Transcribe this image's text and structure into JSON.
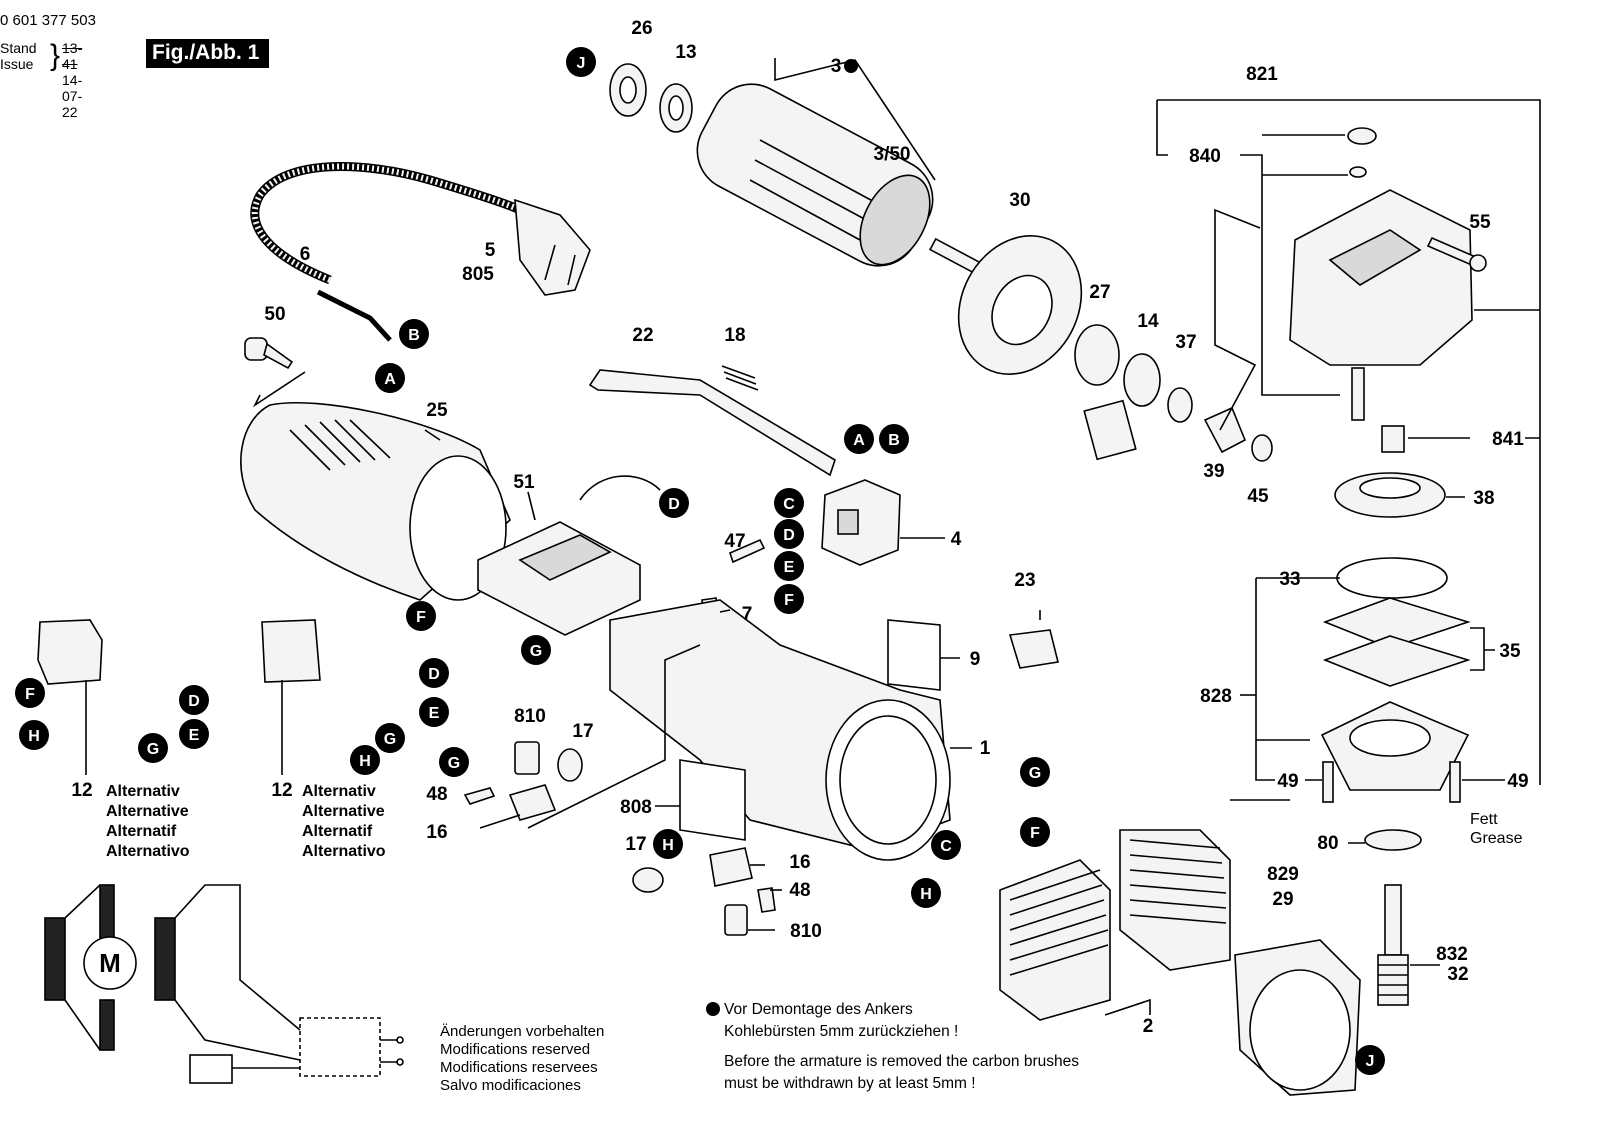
{
  "header": {
    "doc_number": "0 601 377 503",
    "stand_label": "Stand",
    "issue_label": "Issue",
    "stand_old": "13-41",
    "stand_date": "14-07-22",
    "figure_title": "Fig./Abb. 1"
  },
  "part_labels": [
    "26",
    "13",
    "3",
    "3/50",
    "821",
    "840",
    "55",
    "30",
    "27",
    "14",
    "37",
    "39",
    "45",
    "841",
    "38",
    "33",
    "35",
    "828",
    "49",
    "49",
    "80",
    "829",
    "29",
    "832",
    "32",
    "6",
    "5",
    "805",
    "50",
    "22",
    "18",
    "25",
    "51",
    "4",
    "47",
    "7",
    "23",
    "9",
    "1",
    "810",
    "17",
    "48",
    "16",
    "808",
    "17",
    "16",
    "48",
    "810",
    "2",
    "12",
    "12"
  ],
  "connector_letters": [
    "J",
    "B",
    "A",
    "A",
    "B",
    "C",
    "D",
    "E",
    "F",
    "D",
    "F",
    "G",
    "D",
    "E",
    "H",
    "G",
    "F",
    "D",
    "E",
    "G",
    "H",
    "G",
    "H",
    "G",
    "F",
    "C",
    "H",
    "J"
  ],
  "alternative_note": [
    "Alternativ",
    "Alternative",
    "Alternatif",
    "Alternativo"
  ],
  "grease_note": [
    "Fett",
    "Grease"
  ],
  "motor_symbol": "M",
  "modifications_note": [
    "Änderungen vorbehalten",
    "Modifications reserved",
    "Modifications reservees",
    "Salvo modificaciones"
  ],
  "armature_note": {
    "de": [
      "Vor Demontage des Ankers",
      "Kohlebürsten 5mm zurückziehen !"
    ],
    "en": [
      "Before the armature is removed the carbon brushes",
      "must be withdrawn by at least 5mm !"
    ]
  },
  "colors": {
    "ink": "#000000",
    "part_fill": "#f4f4f4",
    "shade": "#d9d9d9"
  }
}
